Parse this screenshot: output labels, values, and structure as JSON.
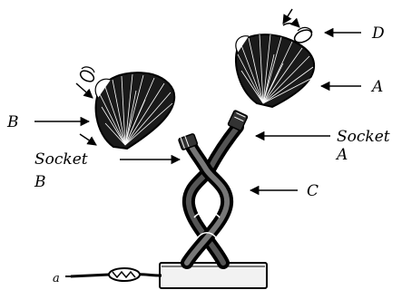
{
  "colors": {
    "ink": "#000000",
    "paper": "#ffffff",
    "stone": "#e8e8e8"
  },
  "labels": {
    "d": "D",
    "a": "A",
    "b": "B",
    "c": "C",
    "socket_a_1": "Socket",
    "socket_a_2": "A",
    "socket_b_1": "Socket",
    "socket_b_2": "B",
    "plug": "a"
  }
}
